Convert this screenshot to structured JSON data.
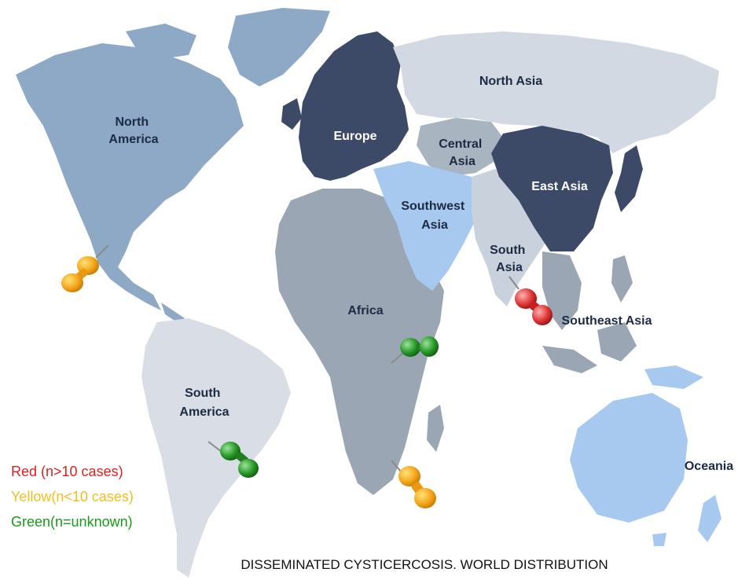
{
  "title": "DISSEMINATED CYSTICERCOSIS. WORLD DISTRIBUTION",
  "regions": {
    "north_america": {
      "label_lines": [
        "North",
        "America"
      ],
      "color": "#8ea9c5"
    },
    "south_america": {
      "label_lines": [
        "South",
        "America"
      ],
      "color": "#d8dde6"
    },
    "europe": {
      "label": "Europe",
      "color": "#3c4a68"
    },
    "africa": {
      "label": "Africa",
      "color": "#9aa6b4"
    },
    "north_asia": {
      "label": "North Asia",
      "color": "#d3d9e3"
    },
    "central_asia": {
      "label_lines": [
        "Central",
        "Asia"
      ],
      "color": "#a9b4c1"
    },
    "southwest_asia": {
      "label_lines": [
        "Southwest",
        "Asia"
      ],
      "color": "#a7c9ef"
    },
    "east_asia": {
      "label": "East Asia",
      "color": "#3c4a68"
    },
    "south_asia": {
      "label_lines": [
        "South",
        "Asia"
      ],
      "color": "#c9d1dc"
    },
    "southeast_asia": {
      "label": "Southeast Asia",
      "color": "#9aa6b4"
    },
    "oceania": {
      "label": "Oceania",
      "color": "#a7c9ef"
    }
  },
  "legend": {
    "red": {
      "text": "Red (n>10 cases)",
      "color": "#e02020"
    },
    "yellow": {
      "text": "Yellow(n<10 cases)",
      "color": "#f0c020"
    },
    "green": {
      "text": "Green(n=unknown)",
      "color": "#1a9a1a"
    }
  },
  "pins": [
    {
      "region": "Mexico",
      "level": "yellow",
      "color": "#f2a51a"
    },
    {
      "region": "South America",
      "level": "green",
      "color": "#2a9a2a"
    },
    {
      "region": "East Africa",
      "level": "green",
      "color": "#2a9a2a"
    },
    {
      "region": "Southern Africa",
      "level": "yellow",
      "color": "#f2a51a"
    },
    {
      "region": "South / Southeast Asia",
      "level": "red",
      "color": "#e03a3a"
    }
  ]
}
